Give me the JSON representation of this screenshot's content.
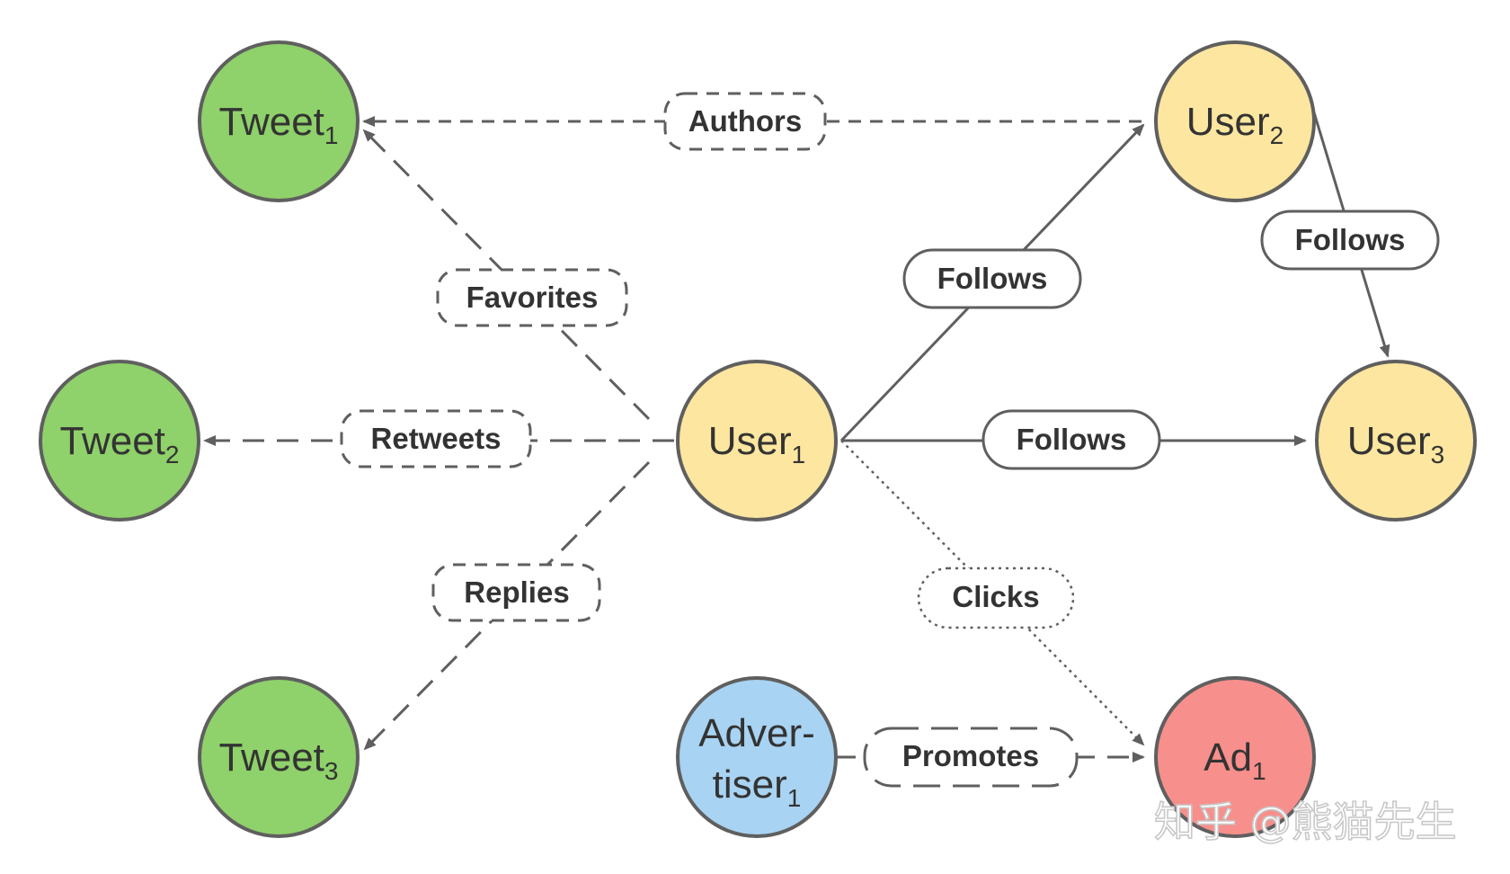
{
  "nodes": {
    "tweet1": {
      "name": "Tweet",
      "sub": "1",
      "fill": "#8fd16a"
    },
    "tweet2": {
      "name": "Tweet",
      "sub": "2",
      "fill": "#8fd16a"
    },
    "tweet3": {
      "name": "Tweet",
      "sub": "3",
      "fill": "#8fd16a"
    },
    "user1": {
      "name": "User",
      "sub": "1",
      "fill": "#fde69f"
    },
    "user2": {
      "name": "User",
      "sub": "2",
      "fill": "#fde69f"
    },
    "user3": {
      "name": "User",
      "sub": "3",
      "fill": "#fde69f"
    },
    "advertiser1": {
      "name_line1": "Adver-",
      "name_line2": "tiser",
      "sub": "1",
      "fill": "#a8d3f2"
    },
    "ad1": {
      "name": "Ad",
      "sub": "1",
      "fill": "#f78f8c"
    }
  },
  "edges": {
    "authors": "Authors",
    "favorites": "Favorites",
    "retweets": "Retweets",
    "replies": "Replies",
    "follows_user2": "Follows",
    "follows_user2_user3": "Follows",
    "follows_user3": "Follows",
    "clicks": "Clicks",
    "promotes": "Promotes"
  },
  "watermark": "知乎 @熊猫先生",
  "colors": {
    "stroke": "#5f5f5f",
    "text": "#333333"
  }
}
